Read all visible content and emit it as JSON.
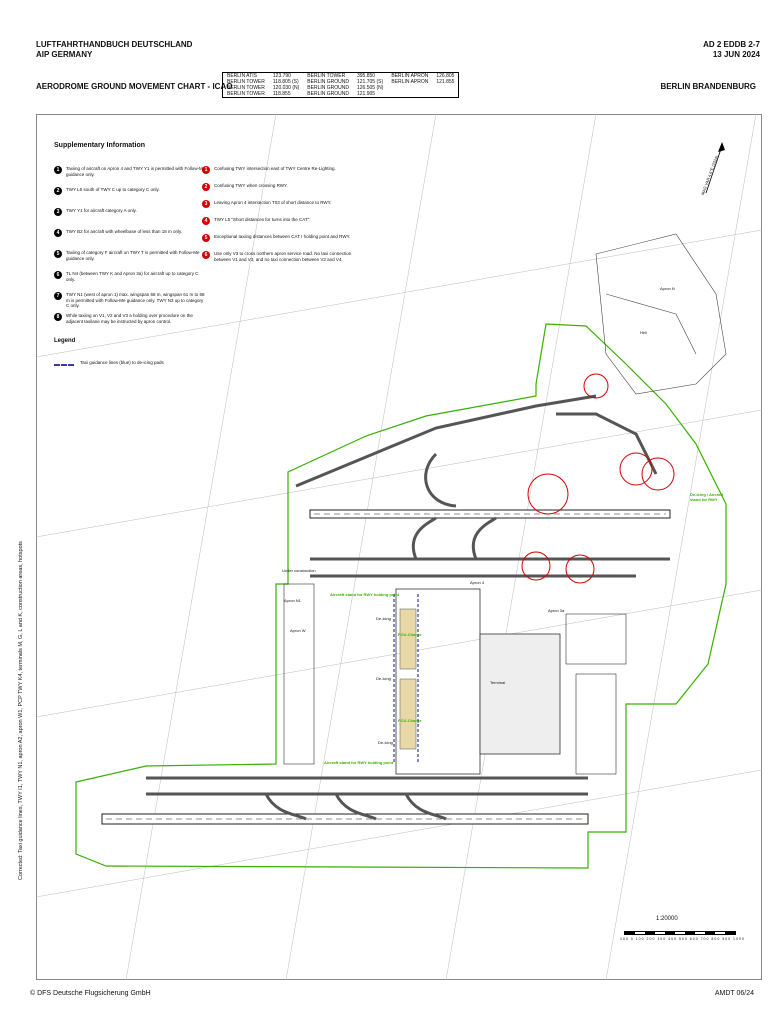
{
  "header": {
    "publication_line1": "LUFTFAHRTHANDBUCH DEUTSCHLAND",
    "publication_line2": "AIP GERMANY",
    "page_id": "AD 2 EDDB 2-7",
    "date": "13 JUN 2024",
    "chart_title": "AERODROME GROUND MOVEMENT CHART - ICAO",
    "location": "BERLIN BRANDENBURG"
  },
  "frequencies": [
    [
      "BERLIN ATIS",
      "123.790",
      "BERLIN TOWER",
      "395.850",
      "BERLIN APRON",
      "126.805"
    ],
    [
      "BERLIN TOWER",
      "118.805 (S)",
      "BERLIN GROUND",
      "121.705 (S)",
      "BERLIN APRON",
      "121.855"
    ],
    [
      "BERLIN TOWER",
      "120.030 (N)",
      "BERLIN GROUND",
      "126.505 (N)",
      "",
      ""
    ],
    [
      "BERLIN TOWER",
      "118.855",
      "BERLIN GROUND",
      "121.905",
      "",
      ""
    ]
  ],
  "supplementary": {
    "title": "Supplementary Information",
    "notes_black": [
      {
        "n": "1",
        "text": "Taxiing of aircraft on Apron 4 and TWY Y1 is permitted with Follow-Me guidance only."
      },
      {
        "n": "2",
        "text": "TWY L6 south of TWY C up to category C only."
      },
      {
        "n": "3",
        "text": "TWY Y1 for aircraft category A only."
      },
      {
        "n": "4",
        "text": "TWY B2 for aircraft with wheelbase of less than 18 m only."
      },
      {
        "n": "5",
        "text": "Taxiing of category F aircraft on TWY T is permitted with Follow-Me guidance only."
      },
      {
        "n": "6",
        "text": "TL N4 (between TWY K and Apron 3a) for aircraft up to category C only."
      },
      {
        "n": "7",
        "text": "TWY N1 (west of apron 1) max. wingspan 68 m, wingspan 61 m to 68 m is permitted with Follow-Me guidance only. TWY N3 up to category C only."
      },
      {
        "n": "8",
        "text": "While taxiing on V1, V2 and V3 a holding over procedure on the adjacent taxilane may be instructed by apron control."
      }
    ],
    "notes_red": [
      {
        "n": "1",
        "text": "Confusing TWY intersection east of TWY Centre Re-Lighting."
      },
      {
        "n": "2",
        "text": "Confusing TWY when crossing RWY."
      },
      {
        "n": "3",
        "text": "Leaving Apron 4 intersection T03 of short distance to RWY."
      },
      {
        "n": "4",
        "text": "TWY L5 \"Short distances for turns into the CAT\"."
      },
      {
        "n": "5",
        "text": "Exceptional taxiing distances between CAT I holding point and RWY."
      },
      {
        "n": "6",
        "text": "Use only V3 to cross northern apron service road. No taxi connection between V1 and V3, and no taxi connection between V2 and V4."
      }
    ]
  },
  "legend": {
    "title": "Legend",
    "items": [
      {
        "label": "Taxi guidance lines (blue) to de-icing pads"
      }
    ]
  },
  "map_labels": {
    "under_construction": "Under construction",
    "apron_n1": "Apron N1",
    "apron_w": "Apron W",
    "apron_4": "Apron 4",
    "terminal": "Terminal",
    "de_icing_1": "De-Icing",
    "de_icing_2": "De-Icing",
    "de_icing_3": "De-Icing",
    "pcu_charge_1": "PCU-Charge",
    "pcu_charge_2": "PCU-Charge",
    "apron_3a": "Apron 3a",
    "apron_n": "Apron N",
    "heli": "Heli",
    "aircraft_stand_1": "Aircraft stand for RWY holding point",
    "aircraft_stand_2": "Aircraft stand for RWY holding point",
    "de_icing_east": "De-Icing / Aircraft stand for RWY"
  },
  "side_note": "Corrected: Taxi guidance lines, TWY I1, TWY N1, apron A2, apron W1, PCP TWY K4, terminals M, G, L and K, construction areas, hotspots",
  "scale": {
    "label": "1:20000",
    "ticks": [
      "100",
      "0",
      "100",
      "200",
      "300",
      "400",
      "500",
      "600",
      "700",
      "800",
      "900",
      "1000"
    ]
  },
  "north_label": "MAG VAR 4.6°E (2024)",
  "footer": {
    "copyright": "© DFS Deutsche Flugsicherung GmbH",
    "amendment": "AMDT 06/24"
  },
  "colors": {
    "outline_green": "#38b000",
    "hotspot_red": "#d40000",
    "taxi_blue": "#3a3aa8",
    "taxiway_grey": "#555555"
  }
}
